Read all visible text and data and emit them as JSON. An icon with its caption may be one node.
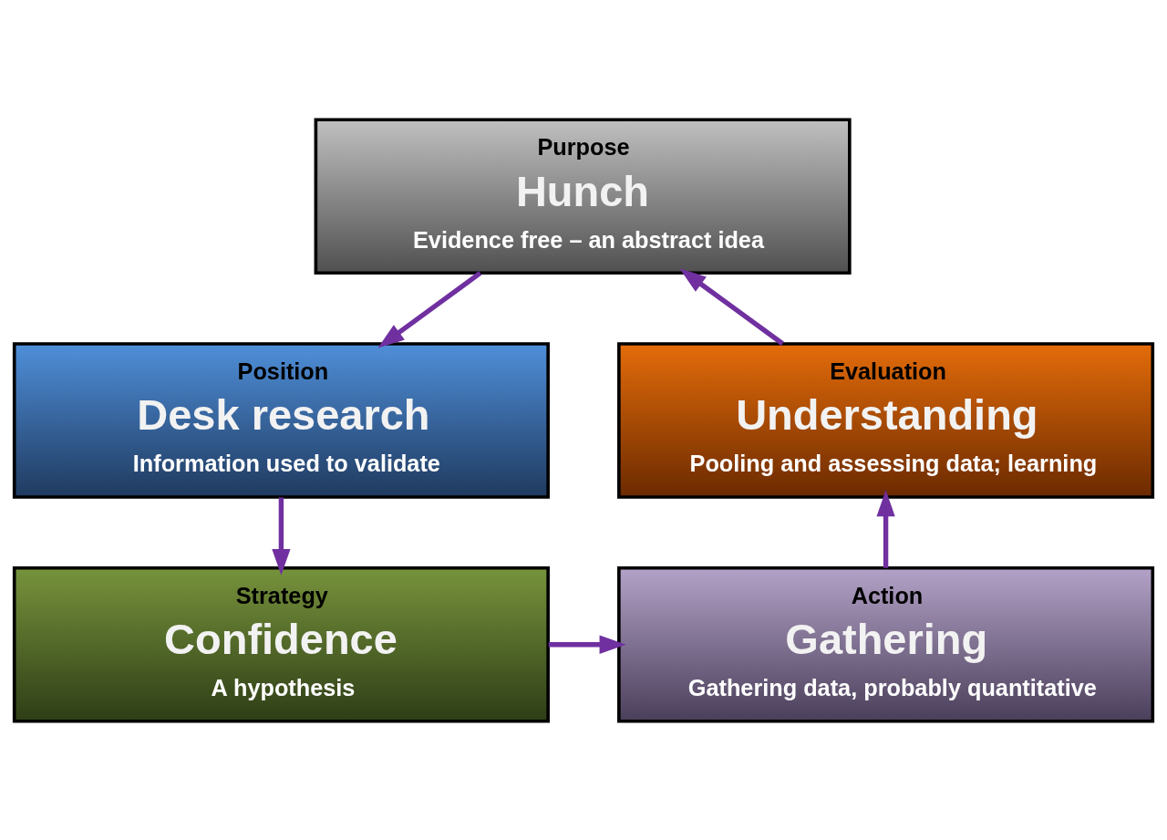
{
  "diagram": {
    "nodes": [
      {
        "text": [
          "Purpose",
          "Hunch",
          "Evidence free – an abstract idea"
        ]
      },
      {
        "text": [
          "Evaluation",
          "Understanding",
          "Pooling and assessing data; learning"
        ]
      },
      {
        "text": [
          "Position",
          "Desk research",
          "Information used to validate"
        ]
      },
      {
        "text": [
          "Action",
          "Gathering",
          "Gathering data, probably quantitative"
        ]
      },
      {
        "text": [
          "Strategy",
          "Confidence",
          "A hypothesis"
        ]
      }
    ],
    "edges": [
      {
        "from": 0,
        "to": 2,
        "arrow": "to"
      },
      {
        "from": 2,
        "to": 4,
        "arrow": "to"
      },
      {
        "from": 4,
        "to": 3,
        "arrow": "to"
      },
      {
        "from": 3,
        "to": 1,
        "arrow": "to"
      },
      {
        "from": 1,
        "to": 0,
        "arrow": "to"
      }
    ]
  }
}
